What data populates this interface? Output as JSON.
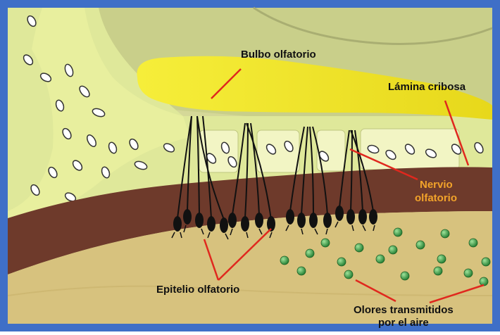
{
  "labels": {
    "bulbo": "Bulbo olfatorio",
    "lamina": "Lámina cribosa",
    "nervio_line1": "Nervio",
    "nervio_line2": "olfatorio",
    "epitelio": "Epitelio olfatorio",
    "olores_line1": "Olores transmitidos",
    "olores_line2": "por el aire"
  },
  "colors": {
    "frame": "#3f6fc7",
    "brain": "#c9cf8a",
    "bone": "#dfe89a",
    "bulb": "#ede31a",
    "epithelium": "#6e3a2b",
    "cavity": "#d7c27e",
    "skin": "#e89a6a",
    "neuron": "#111111",
    "label_lines": "#e0281e",
    "nervio_text": "#f2a32a",
    "odor_dots": "#2e8b3a"
  }
}
